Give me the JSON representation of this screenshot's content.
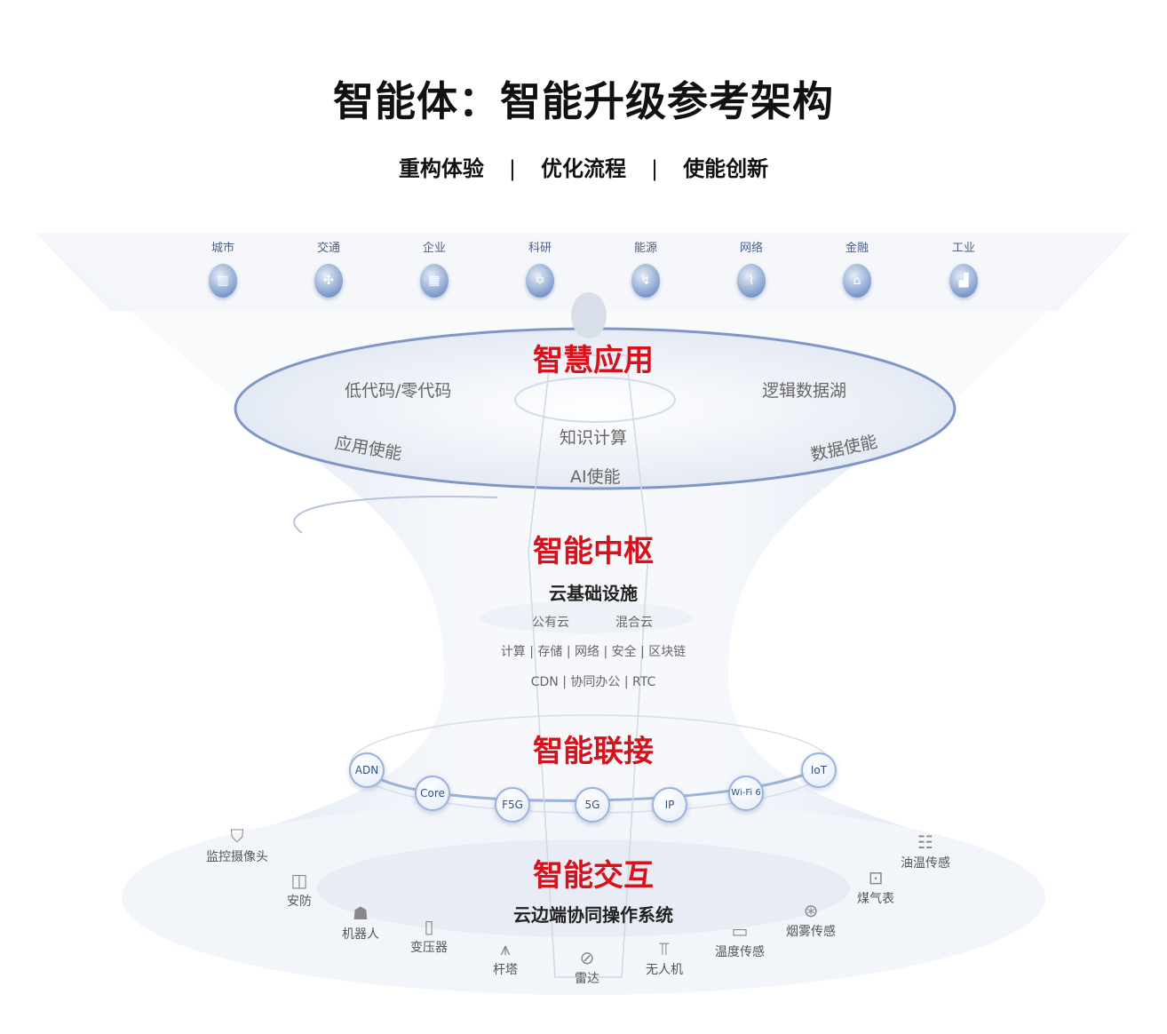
{
  "title": "智能体：智能升级参考架构",
  "subtitle": [
    "重构体验",
    "优化流程",
    "使能创新"
  ],
  "separator": "|",
  "industries": [
    {
      "label": "城市",
      "icon": "city-icon"
    },
    {
      "label": "交通",
      "icon": "traffic-icon"
    },
    {
      "label": "企业",
      "icon": "enterprise-icon"
    },
    {
      "label": "科研",
      "icon": "research-icon"
    },
    {
      "label": "能源",
      "icon": "energy-icon"
    },
    {
      "label": "网络",
      "icon": "network-icon"
    },
    {
      "label": "金融",
      "icon": "finance-icon"
    },
    {
      "label": "工业",
      "icon": "industry-icon"
    }
  ],
  "app_layer": {
    "title": "智慧应用",
    "items": [
      "低代码/零代码",
      "逻辑数据湖",
      "知识计算",
      "应用使能",
      "数据使能",
      "AI使能"
    ]
  },
  "hub_layer": {
    "title": "智能中枢",
    "subtitle": "云基础设施",
    "cloud_types": [
      "公有云",
      "混合云"
    ],
    "line1": "计算 | 存储 | 网络 | 安全 | 区块链",
    "line2": "CDN | 协同办公 | RTC"
  },
  "connect_layer": {
    "title": "智能联接",
    "nodes": [
      "ADN",
      "Core",
      "F5G",
      "5G",
      "IP",
      "Wi-Fi 6",
      "IoT"
    ]
  },
  "interact_layer": {
    "title": "智能交互",
    "subtitle": "云边端协同操作系统",
    "devices": [
      "监控摄像头",
      "安防",
      "机器人",
      "变压器",
      "杆塔",
      "雷达",
      "无人机",
      "温度传感",
      "烟雾传感",
      "煤气表",
      "油温传感"
    ]
  }
}
